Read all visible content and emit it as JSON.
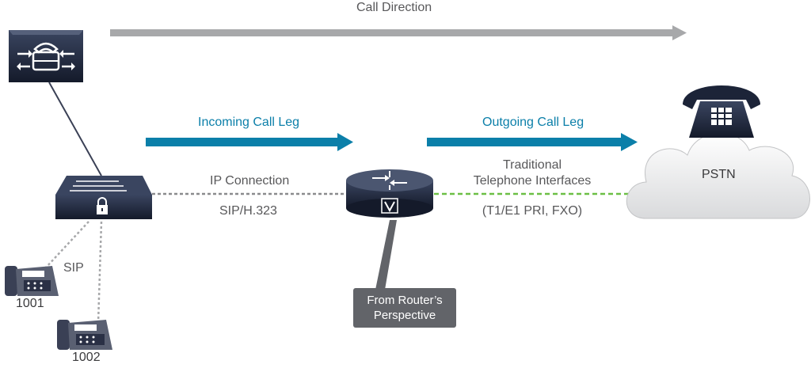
{
  "colors": {
    "blue_arrow": "#0b7fa9",
    "gray_arrow": "#a7a8aa",
    "device_dark": "#1c2438",
    "green_link": "#6cbf45",
    "callout_bg": "#626469"
  },
  "labels": {
    "call_direction": "Call Direction",
    "incoming_call_leg": "Incoming Call Leg",
    "outgoing_call_leg": "Outgoing Call Leg",
    "ip_connection": "IP Connection",
    "sip_h323": "SIP/H.323",
    "traditional_line1": "Traditional",
    "traditional_line2": "Telephone Interfaces",
    "t1e1": "(T1/E1 PRI, FXO)",
    "pstn": "PSTN",
    "sip": "SIP",
    "phone_1001": "1001",
    "phone_1002": "1002",
    "callout_line1": "From Router’s",
    "callout_line2": "Perspective"
  },
  "icons": {
    "call_manager": "call-manager-icon",
    "secure_switch": "secure-switch-icon",
    "voice_router": "voice-router-icon",
    "pstn_phone": "desk-phone-icon",
    "pstn_cloud": "cloud-icon",
    "ip_phone": "ip-phone-icon"
  }
}
